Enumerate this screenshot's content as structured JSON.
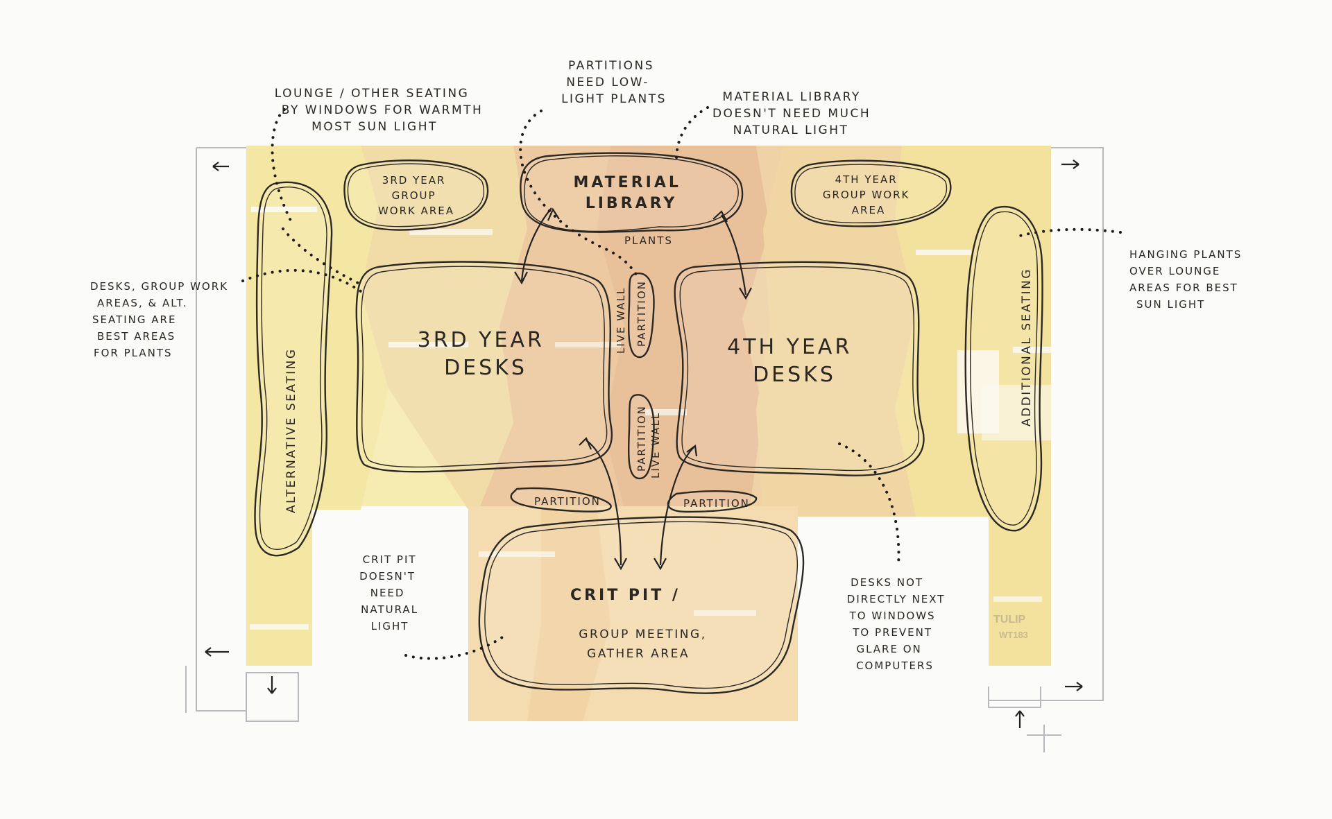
{
  "zones": {
    "material_library": [
      "MATERIAL",
      "LIBRARY"
    ],
    "group_3rd": [
      "3RD YEAR",
      "GROUP",
      "WORK AREA"
    ],
    "group_4th": [
      "4TH YEAR",
      "GROUP WORK",
      "AREA"
    ],
    "desks_3rd": [
      "3RD YEAR",
      "DESKS"
    ],
    "desks_4th": [
      "4TH YEAR",
      "DESKS"
    ],
    "alt_seating": "ALTERNATIVE SEATING",
    "add_seating": "ADDITIONAL SEATING",
    "crit_pit": [
      "CRIT PIT /",
      "GROUP MEETING,",
      "GATHER AREA"
    ],
    "live_wall_1": "LIVE WALL",
    "partition_1": "PARTITION",
    "live_wall_2": "LIVE WALL",
    "partition_2": "PARTITION",
    "partition_3": "PARTITION",
    "partition_4": "PARTITION",
    "plants": "PLANTS"
  },
  "notes": {
    "lounge": [
      "LOUNGE / OTHER SEATING",
      "BY WINDOWS FOR WARMTH",
      "MOST SUN LIGHT"
    ],
    "partitions": [
      "PARTITIONS",
      "NEED LOW-",
      "LIGHT PLANTS"
    ],
    "material": [
      "MATERIAL LIBRARY",
      "DOESN'T NEED MUCH",
      "NATURAL LIGHT"
    ],
    "desks_group": [
      "DESKS, GROUP WORK",
      "AREAS, & ALT.",
      "SEATING ARE",
      "BEST AREAS",
      "FOR PLANTS"
    ],
    "hanging": [
      "HANGING PLANTS",
      "OVER LOUNGE",
      "AREAS FOR BEST",
      "SUN LIGHT"
    ],
    "crit_pit": [
      "CRIT PIT",
      "DOESN'T",
      "NEED",
      "NATURAL",
      "LIGHT"
    ],
    "desks_windows": [
      "DESKS NOT",
      "DIRECTLY NEXT",
      "TO WINDOWS",
      "TO PREVENT",
      "GLARE ON",
      "COMPUTERS"
    ]
  },
  "swatches": [
    "TULIP",
    "WT183"
  ],
  "colors": {
    "pale_yellow": "#f5e9a8",
    "light_yellow": "#f3e0a0",
    "peach": "#efcfa3",
    "tan": "#e9c49b",
    "ink": "#2b2722"
  }
}
